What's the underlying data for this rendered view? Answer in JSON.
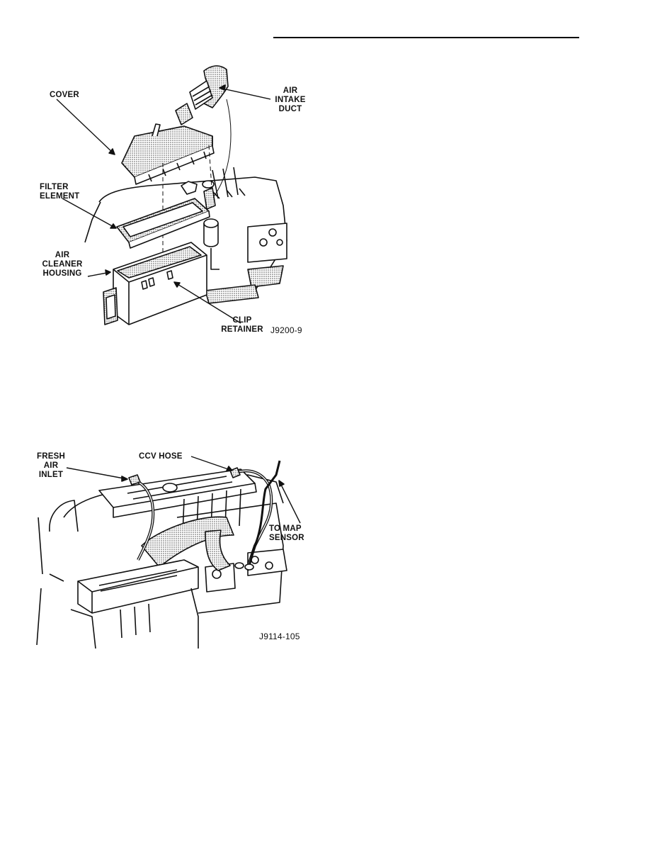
{
  "figure1": {
    "id": "J9200-9",
    "labels": {
      "cover": [
        "COVER"
      ],
      "air_intake_duct": [
        "AIR",
        "INTAKE",
        "DUCT"
      ],
      "filter_element": [
        "FILTER",
        "ELEMENT"
      ],
      "air_cleaner_housing": [
        "AIR",
        "CLEANER",
        "HOUSING"
      ],
      "clip_retainer": [
        "CLIP",
        "RETAINER"
      ]
    }
  },
  "figure2": {
    "id": "J9114-105",
    "labels": {
      "fresh_air_inlet": [
        "FRESH",
        "AIR",
        "INLET"
      ],
      "ccv_hose": [
        "CCV HOSE"
      ],
      "to_map_sensor": [
        "TO MAP",
        "SENSOR"
      ]
    }
  }
}
